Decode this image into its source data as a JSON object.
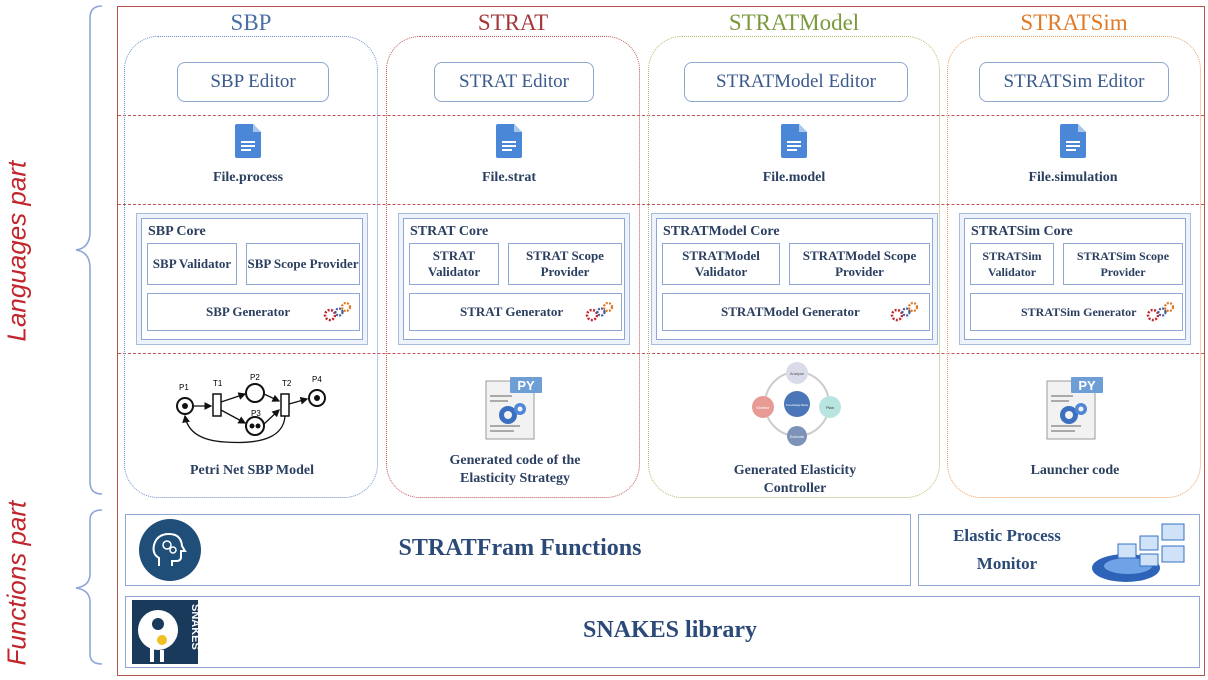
{
  "side_labels": {
    "languages": "Languages part",
    "functions": "Functions part"
  },
  "columns": [
    {
      "title": "SBP",
      "title_color": "#4a6fa5",
      "border_color": "#6f8fc8",
      "editor": "SBP Editor",
      "file": "File.process",
      "core_title": "SBP Core",
      "validator": "SBP Validator",
      "scope_provider": "SBP Scope Provider",
      "generator": "SBP Generator",
      "caption": "Petri Net SBP Model"
    },
    {
      "title": "STRAT",
      "title_color": "#a3383a",
      "border_color": "#c05652",
      "editor": "STRAT Editor",
      "file": "File.strat",
      "core_title": "STRAT Core",
      "validator": "STRAT Validator",
      "scope_provider": "STRAT Scope Provider",
      "generator": "STRAT Generator",
      "caption": "Generated code of the Elasticity Strategy"
    },
    {
      "title": "STRATModel",
      "title_color": "#7a9a3c",
      "border_color": "#a9be6a",
      "editor": "STRATModel Editor",
      "file": "File.model",
      "core_title": "STRATModel Core",
      "validator": "STRATModel Validator",
      "scope_provider": "STRATModel Scope Provider",
      "generator": "STRATModel Generator",
      "caption": "Generated Elasticity Controller"
    },
    {
      "title": "STRATSim",
      "title_color": "#e07a27",
      "border_color": "#eca060",
      "editor": "STRATSim Editor",
      "file": "File.simulation",
      "core_title": "STRATSim Core",
      "validator": "STRATSim Validator",
      "scope_provider": "STRATSim Scope Provider",
      "generator": "STRATSim Generator",
      "caption": "Launcher code"
    }
  ],
  "petri": {
    "p1": "P1",
    "t1": "T1",
    "p2": "P2",
    "p3": "P3",
    "t2": "T2",
    "p4": "P4"
  },
  "mape": {
    "analyze": "Analyse",
    "plan": "Plan",
    "execute": "Execute",
    "monitor": "Monitor",
    "knowledge": "Knowledge Base"
  },
  "py_badge": "PY",
  "functions": {
    "stratfram": "STRATFram Functions",
    "elastic_monitor": "Elastic Process Monitor",
    "snakes": "SNAKES library",
    "snakes_logo_text": "SNAKES"
  },
  "icons": {
    "doc": "document-icon",
    "gear": "gears-icon",
    "brain": "brain-head-icon",
    "monitor": "monitor-screens-icon",
    "snakes": "snakes-logo-icon"
  },
  "colors": {
    "accent_red": "#c0262c",
    "doc_blue": "#4a87d6",
    "text_dark": "#2b3f60",
    "box_border": "#8ea7d6"
  }
}
